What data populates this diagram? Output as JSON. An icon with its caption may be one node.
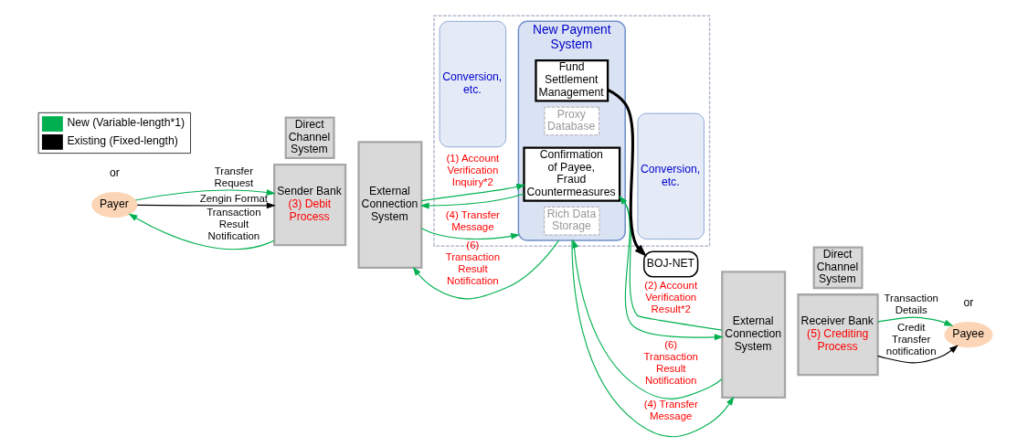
{
  "diagram": {
    "nodes": [
      {
        "text": [
          "Payer"
        ]
      },
      {
        "text": [
          "Direct Channel System"
        ]
      },
      {
        "text": [
          "Sender Bank",
          "(3) Debit Process"
        ]
      },
      {
        "text": [
          "External Connection System"
        ]
      },
      {
        "text": [],
        "shape": "box"
      },
      {
        "text": [
          "Conversion, etc."
        ],
        "in": 4
      },
      {
        "text": [
          "New Payment System"
        ],
        "in": 4
      },
      {
        "text": [
          "Confirmation of Payee, Fraud Countermeasures"
        ],
        "in": 6
      },
      {
        "text": [
          "Proxy Database"
        ],
        "in": 6
      },
      {
        "text": [
          "Rich Data Storage"
        ],
        "in": 6
      },
      {
        "text": [
          "Fund Settlement Management"
        ],
        "in": 6
      },
      {
        "text": [
          "Conversion, etc."
        ],
        "in": 4
      },
      {
        "text": [
          "BOJ-NET"
        ]
      },
      {
        "text": [
          "External Connection System"
        ]
      },
      {
        "text": [
          "Receiver Bank",
          "(5) Crediting Process"
        ]
      },
      {
        "text": [
          "Direct Channel System"
        ]
      },
      {
        "text": [
          "Payee"
        ]
      }
    ],
    "edges": [
      {
        "from": 0,
        "to": 2,
        "arrow": "to",
        "label": "Transfer Request"
      },
      {
        "from": 0,
        "to": 2,
        "arrow": "to",
        "label": "Zengin Format",
        "color": "#000000"
      },
      {
        "from": 2,
        "to": 0,
        "arrow": "to",
        "label": "Transaction Result Notification"
      },
      {
        "from": 3,
        "to": 7,
        "arrow": "to",
        "label": "(1) Account Verification Inquiry*2"
      },
      {
        "from": 7,
        "to": 13,
        "arrow": "to"
      },
      {
        "from": 13,
        "to": 7,
        "arrow": "to",
        "label": "(2) Account Verification Result*2"
      },
      {
        "from": 7,
        "to": 3,
        "arrow": "to"
      },
      {
        "from": 3,
        "to": 6,
        "arrow": "to",
        "label": "(4) Transfer Message"
      },
      {
        "from": 6,
        "to": 13,
        "arrow": "to",
        "label": "(4) Transfer Message"
      },
      {
        "from": 13,
        "to": 6,
        "arrow": "to",
        "label": "(6) Transaction Result Notification"
      },
      {
        "from": 6,
        "to": 3,
        "arrow": "to",
        "label": "(6) Transaction Result Notification"
      },
      {
        "from": 10,
        "to": 12,
        "arrow": "to",
        "color": "#000000",
        "style": "thick"
      },
      {
        "from": 14,
        "to": 16,
        "arrow": "to",
        "label": "Transaction Details"
      },
      {
        "from": 14,
        "to": 16,
        "arrow": "to",
        "label": "Credit Transfer notification",
        "color": "#000000"
      }
    ],
    "labels": [
      "or",
      "or"
    ],
    "legend": [
      {
        "text": "New (Variable-length*1)",
        "color": "#00b050"
      },
      {
        "text": "Existing (Fixed-length)",
        "color": "#000000"
      }
    ]
  }
}
